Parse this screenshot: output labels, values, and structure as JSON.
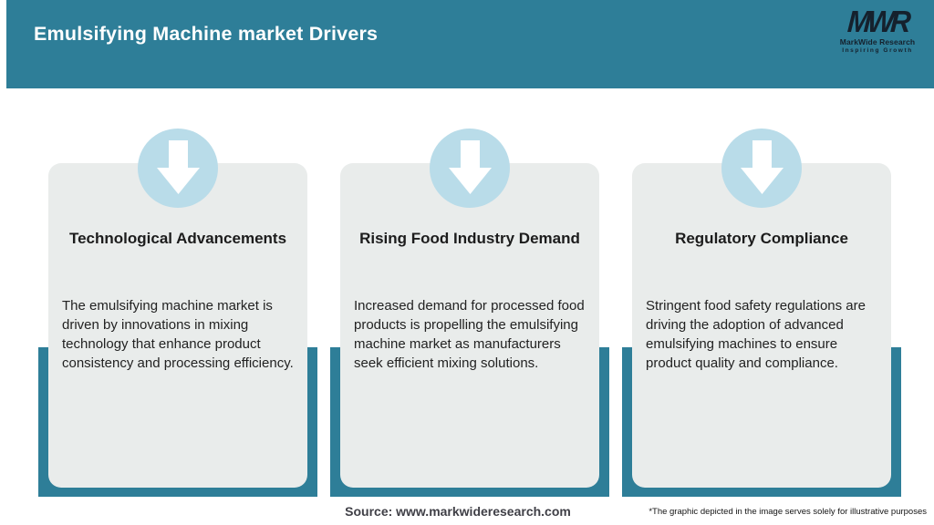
{
  "colors": {
    "teal_accent": "#2e7e98",
    "circle_blue": "#b9dce9",
    "card_gray": "#e9eceb",
    "logo_dark": "#15212d",
    "title_text": "#1c1c1c",
    "header_text": "#ffffff"
  },
  "header": {
    "title": "Emulsifying Machine market Drivers"
  },
  "logo": {
    "mark": "MWR",
    "name": "MarkWide Research",
    "tagline": "Inspiring Growth"
  },
  "cards": [
    {
      "icon": "down-arrow-icon",
      "title": "Technological Advancements",
      "body": "The emulsifying machine market is driven by innovations in mixing technology that enhance product consistency and processing efficiency."
    },
    {
      "icon": "down-arrow-icon",
      "title": "Rising Food Industry Demand",
      "body": "Increased demand for processed food products is propelling the emulsifying machine market as manufacturers seek efficient mixing solutions."
    },
    {
      "icon": "down-arrow-icon",
      "title": "Regulatory Compliance",
      "body": "Stringent food safety regulations are driving the adoption of advanced emulsifying machines to ensure product quality and compliance."
    }
  ],
  "footer": {
    "source": "Source: www.markwideresearch.com",
    "disclaimer": "*The graphic depicted in the image serves solely for illustrative purposes"
  }
}
